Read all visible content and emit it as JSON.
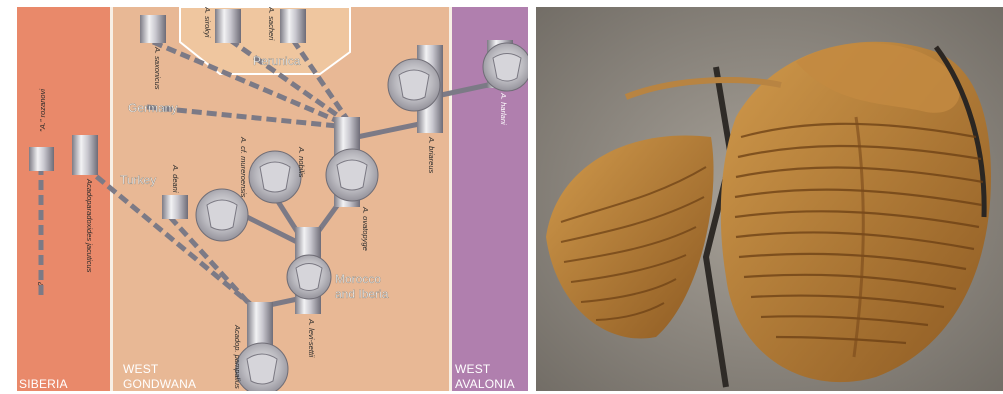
{
  "regions": {
    "siberia": "SIBERIA",
    "west_gondwana_line1": "WEST",
    "west_gondwana_line2": "GONDWANA",
    "west_avalonia_line1": "WEST",
    "west_avalonia_line2": "AVALONIA"
  },
  "areas": {
    "perunica": "Perunica",
    "germany": "Germany",
    "turkey": "Turkey",
    "morocco_line1": "Morocco",
    "morocco_line2": "and Iberia"
  },
  "taxa": {
    "rozanovi": "\"A.\" rozanovi",
    "question": "?",
    "jacuticus": "Acadoparadoxides jacuticus",
    "saxonicus": "A. saxonicus",
    "sirokyi": "A. sirokyi",
    "sacheri": "A. sacheri",
    "mureroensis": "A. cf. mureroensis",
    "nobilis": "A. nobilis",
    "deani": "A. deani",
    "ovatopyge": "A. ovatopyge",
    "briareus": "A. briareus",
    "harlani": "A. harlani",
    "levisettii": "A. levi-settii",
    "pampalius": "Acadop. pampalius"
  },
  "colors": {
    "siberia": "#e9896a",
    "gondwana": "#e8b895",
    "avalonia": "#b07fae",
    "perunica": "#efc69f",
    "connector": "#7c7a86",
    "fossil_rock": "#8f8a82",
    "fossil_body": "#b9772e"
  },
  "images": {
    "photo": "trilobite-fossil-photo"
  }
}
